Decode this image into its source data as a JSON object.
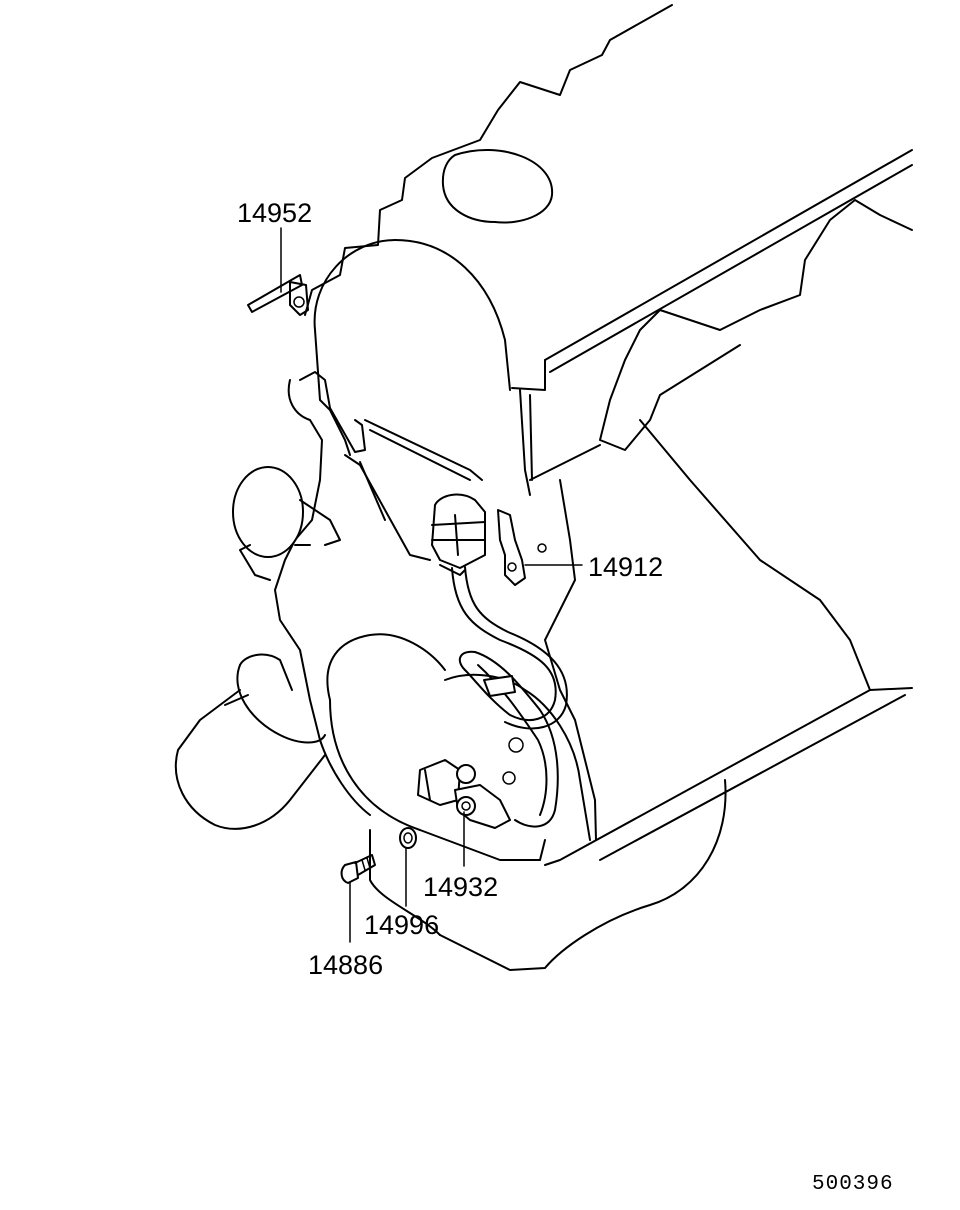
{
  "parts": [
    {
      "number": "14952"
    },
    {
      "number": "14912"
    },
    {
      "number": "14932"
    },
    {
      "number": "14996"
    },
    {
      "number": "14886"
    }
  ],
  "diagram_code": "500396"
}
